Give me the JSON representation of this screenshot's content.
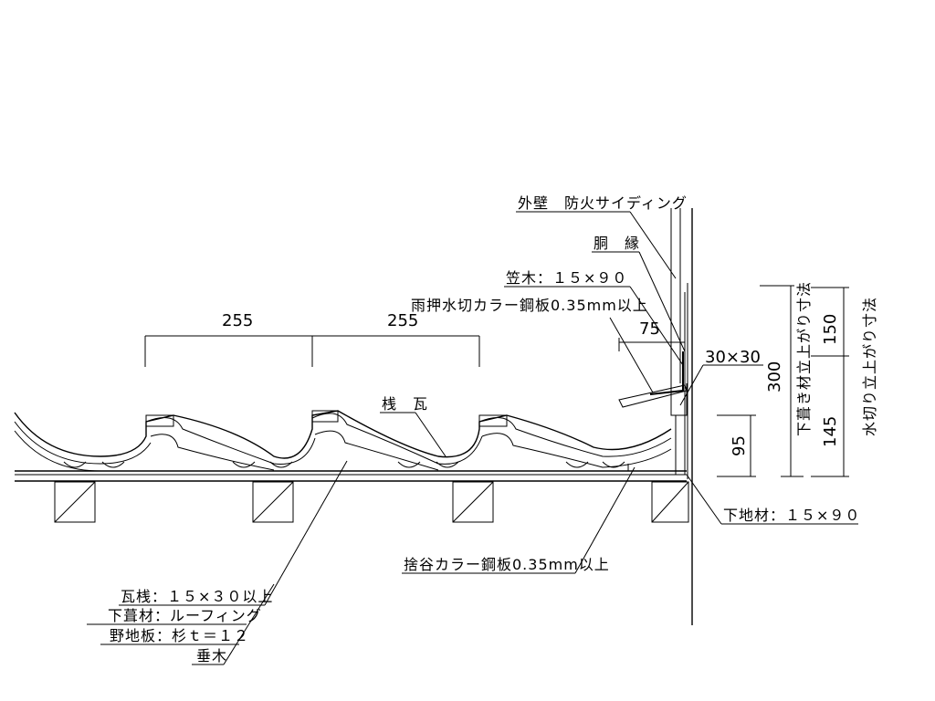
{
  "labels": {
    "exterior_wall": "外壁　防火サイディング",
    "dobuchi": "胴　縁",
    "kasagi": "笠木：１５×９０",
    "amaosae": "雨押水切カラー鋼板0.35mm以上",
    "sangawara": "桟　瓦",
    "shitajizai": "下地材：１５×９０",
    "sutetani": "捨谷カラー鋼板0.35mm以上",
    "kawarazan": "瓦桟：１５×３０以上",
    "shitabuki": "下葺材：ルーフィング",
    "nojiita": "野地板：杉ｔ＝１２",
    "taruki": "垂木"
  },
  "dimensions": {
    "pitch_1": "255",
    "pitch_2": "255",
    "overlap": "75",
    "corner_block": "30×30",
    "sub_height": "95",
    "total_height": "300",
    "upper": "150",
    "lower": "145",
    "roofing_rise": "下葺き材立上がり寸法",
    "flashing_rise": "水切り立上がり寸法"
  }
}
